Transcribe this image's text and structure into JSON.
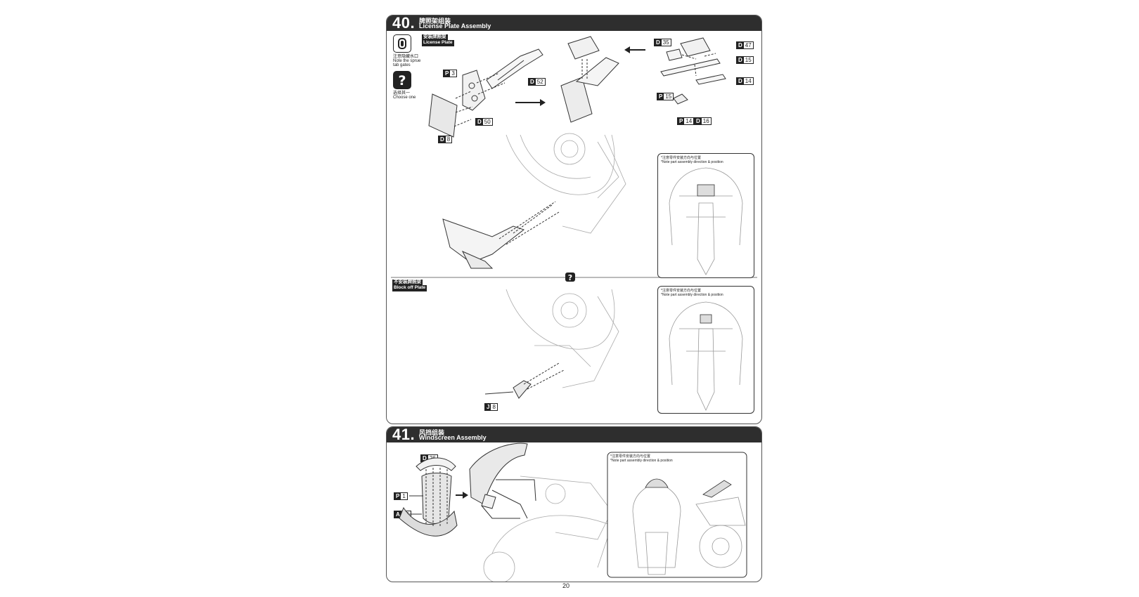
{
  "steps": {
    "s40": {
      "number": "40.",
      "title_zh": "牌照架组装",
      "title_en": "License Plate Assembly",
      "legend": {
        "gate_note_zh": "注意隐藏水口",
        "gate_note_en_1": "Note the sprue",
        "gate_note_en_2": "tab gates",
        "choose_zh": "选择其一",
        "choose_en": "Choose one"
      },
      "option_a_zh": "安装牌照架",
      "option_a_en": "License Plate",
      "option_b_zh": "不安装牌照架",
      "option_b_en": "Block off Plate",
      "note_zh": "*注意零件安装方向与位置",
      "note_en": "*Note part assembly direction & position",
      "parts": {
        "p3": {
          "letter": "P",
          "num": "3"
        },
        "d52": {
          "letter": "D",
          "num": "52"
        },
        "d50": {
          "letter": "D",
          "num": "50"
        },
        "d8": {
          "letter": "D",
          "num": "8"
        },
        "d35": {
          "letter": "D",
          "num": "35"
        },
        "d47": {
          "letter": "D",
          "num": "47"
        },
        "d15": {
          "letter": "D",
          "num": "15"
        },
        "d14": {
          "letter": "D",
          "num": "14"
        },
        "p15": {
          "letter": "P",
          "num": "15"
        },
        "p14": {
          "letter": "P",
          "num": "14"
        },
        "d16": {
          "letter": "D",
          "num": "16"
        },
        "j8": {
          "letter": "J",
          "num": "8"
        }
      }
    },
    "s41": {
      "number": "41.",
      "title_zh": "风挡组装",
      "title_en": "Windscreen Assembly",
      "note_zh": "*注意零件安装方向与位置",
      "note_en": "*Note part assembly direction & position",
      "parts": {
        "d26": {
          "letter": "D",
          "num": "26"
        },
        "p1": {
          "letter": "P",
          "num": "1"
        },
        "a10": {
          "letter": "A",
          "num": "10"
        }
      }
    }
  },
  "page_number": "20",
  "icons": {
    "gate": "sprue-gate-icon",
    "choose": "question-icon",
    "arrow": "arrow-right-icon"
  }
}
